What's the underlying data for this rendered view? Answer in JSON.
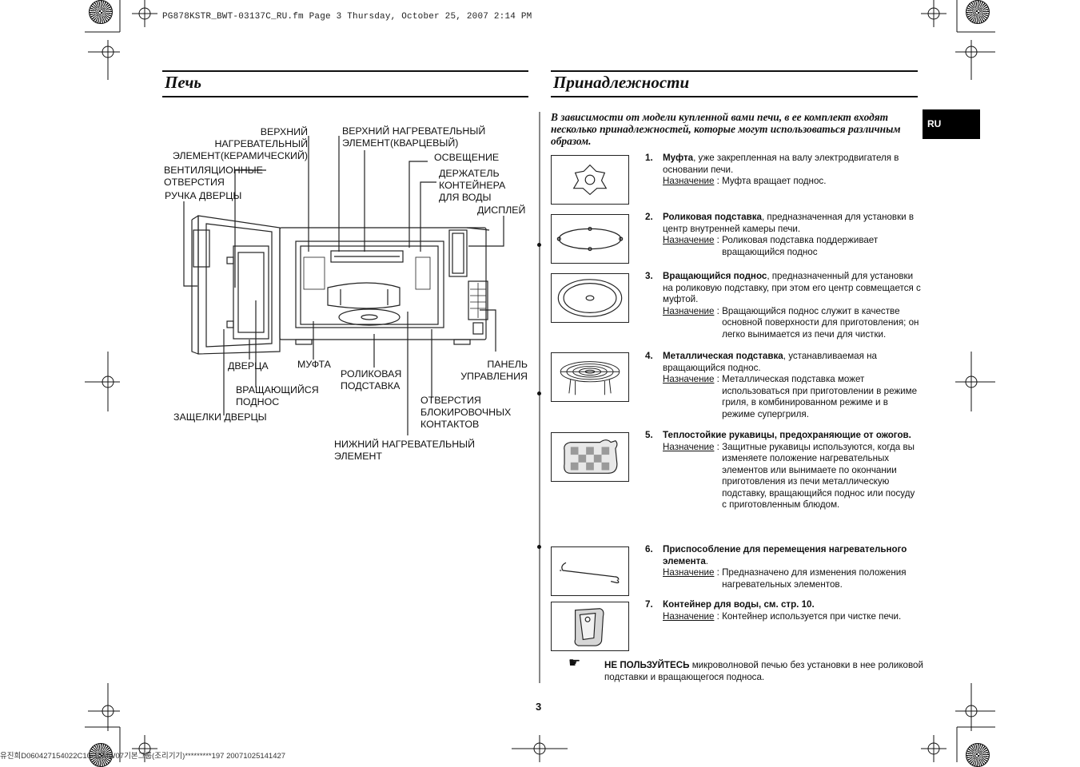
{
  "header": {
    "file_info": "PG878KSTR_BWT-03137C_RU.fm  Page 3  Thursday, October 25, 2007  2:14 PM"
  },
  "left": {
    "title": "Печь",
    "labels": {
      "top_heater_ceramic": "ВЕРХНИЙ\nНАГРЕВАТЕЛЬНЫЙ\nЭЛЕМЕНТ(КЕРАМИЧЕСКИЙ)",
      "top_heater_quartz": "ВЕРХНИЙ НАГРЕВАТЕЛЬНЫЙ\nЭЛЕМЕНТ(КВАРЦЕВЫЙ)",
      "light": "ОСВЕЩЕНИЕ",
      "vents": "ВЕНТИЛЯЦИОННЫЕ\nОТВЕРСТИЯ",
      "water_holder": "ДЕРЖАТЕЛЬ\nКОНТЕЙНЕРА\nДЛЯ ВОДЫ",
      "door_handle": "РУЧКА ДВЕРЦЫ",
      "display": "ДИСПЛЕЙ",
      "door": "ДВЕРЦА",
      "coupler": "МУФТА",
      "roller_ring": "РОЛИКОВАЯ\nПОДСТАВКА",
      "control_panel": "ПАНЕЛЬ\nУПРАВЛЕНИЯ",
      "turntable": "ВРАЩАЮЩИЙСЯ\nПОДНОС",
      "interlock_holes": "ОТВЕРСТИЯ\nБЛОКИРОВОЧНЫХ\nКОНТАКТОВ",
      "door_latches": "ЗАЩЕЛКИ ДВЕРЦЫ",
      "bottom_heater": "НИЖНИЙ НАГРЕВАТЕЛЬНЫЙ\nЭЛЕМЕНТ"
    }
  },
  "right": {
    "title": "Принадлежности",
    "lang_tab": "RU",
    "intro": "В зависимости от модели купленной вами печи, в ее комплект входят несколько принадлежностей, которые могут использоваться различным образом.",
    "purpose_label": "Назначение",
    "items": [
      {
        "num": "1.",
        "name": "Муфта",
        "desc": ", уже закрепленная на валу электродвигателя в основании печи.",
        "purpose": "Муфта вращает поднос."
      },
      {
        "num": "2.",
        "name": "Роликовая подставка",
        "desc": ", предназначенная для установки в центр внутренней камеры печи.",
        "purpose": "Роликовая подставка поддерживает вращающийся поднос"
      },
      {
        "num": "3.",
        "name": "Вращающийся поднос",
        "desc": ", предназначенный для установки на роликовую подставку, при этом его центр совмещается с муфтой.",
        "purpose": "Вращающийся поднос служит в качестве основной поверхности для приготовления; он легко вынимается из печи для чистки."
      },
      {
        "num": "4.",
        "name": "Металлическая подставка",
        "desc": ", устанавливаемая на вращающийся поднос.",
        "purpose": "Металлическая подставка может использоваться при приготовлении в режиме гриля, в комбинированном режиме и в режиме супергриля."
      },
      {
        "num": "5.",
        "name": "Теплостойкие рукавицы, предохраняющие от ожогов.",
        "desc": "",
        "purpose": "Защитные рукавицы используются, когда вы изменяете положение нагревательных элементов или вынимаете по окончании приготовления из печи металлическую подставку, вращающийся поднос или посуду с приготовленным блюдом."
      },
      {
        "num": "6.",
        "name": "Приспособление для перемещения нагревательного элемента",
        "desc": ".",
        "purpose": "Предназначено для изменения положения нагревательных элементов."
      },
      {
        "num": "7.",
        "name": "Контейнер для воды, см. стр. 10.",
        "desc": "",
        "purpose": "Контейнер используется при чистке печи."
      }
    ],
    "note_icon": "pointing-hand-icon",
    "note_bold": "НЕ ПОЛЬЗУЙТЕСЬ",
    "note_text": " микроволновой печью без установки в нее роликовой подставки и вращающегося подноса."
  },
  "page_number": "3",
  "footer": "유진희D060427154022C10-12MW07기본그룹(조리기기)*********197 20071025141427"
}
